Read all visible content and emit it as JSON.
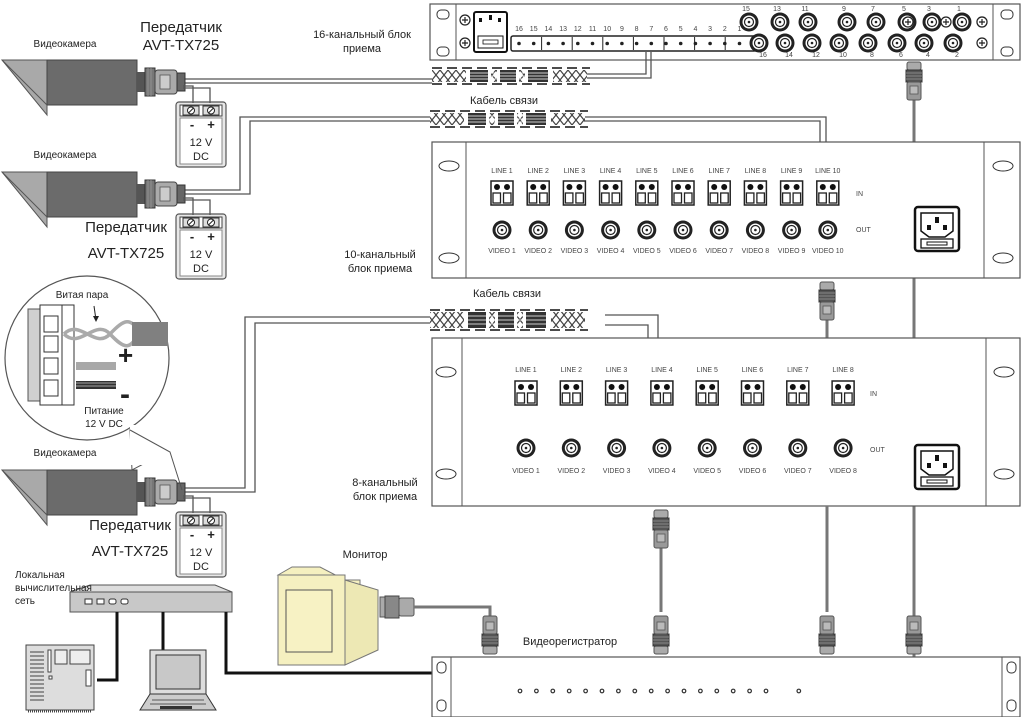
{
  "cameras": [
    {
      "label": "Видеокамера",
      "transmitter_title": "Передатчик",
      "transmitter_model": "AVT-TX725",
      "psu_minus": "-",
      "psu_plus": "+",
      "psu_voltage": "12 V",
      "psu_type": "DC"
    },
    {
      "label": "Видеокамера",
      "transmitter_title": "Передатчик",
      "transmitter_model": "AVT-TX725",
      "psu_minus": "-",
      "psu_plus": "+",
      "psu_voltage": "12 V",
      "psu_type": "DC"
    },
    {
      "label": "Видеокамера",
      "transmitter_title": "Передатчик",
      "transmitter_model": "AVT-TX725",
      "psu_minus": "-",
      "psu_plus": "+",
      "psu_voltage": "12 V",
      "psu_type": "DC"
    }
  ],
  "receiver16": {
    "label_line1": "16-канальный блок",
    "label_line2": "приема",
    "terminal_numbers": [
      "16",
      "15",
      "14",
      "13",
      "12",
      "11",
      "10",
      "9",
      "8",
      "7",
      "6",
      "5",
      "4",
      "3",
      "2",
      "1"
    ],
    "bnc_top_numbers": [
      "15",
      "13",
      "11",
      "9",
      "7",
      "5",
      "3",
      "1"
    ],
    "bnc_bottom_numbers": [
      "16",
      "14",
      "12",
      "10",
      "8",
      "6",
      "4",
      "2"
    ]
  },
  "receiver10": {
    "label_line1": "10-канальный",
    "label_line2": "блок приема",
    "lines": [
      "LINE 1",
      "LINE 2",
      "LINE 3",
      "LINE 4",
      "LINE 5",
      "LINE 6",
      "LINE 7",
      "LINE 8",
      "LINE 9",
      "LINE 10"
    ],
    "videos": [
      "VIDEO 1",
      "VIDEO 2",
      "VIDEO 3",
      "VIDEO 4",
      "VIDEO 5",
      "VIDEO 6",
      "VIDEO 7",
      "VIDEO 8",
      "VIDEO 9",
      "VIDEO 10"
    ],
    "in_label": "IN",
    "out_label": "OUT"
  },
  "receiver8": {
    "label_line1": "8-канальный",
    "label_line2": "блок приема",
    "lines": [
      "LINE 1",
      "LINE 2",
      "LINE 3",
      "LINE 4",
      "LINE 5",
      "LINE 6",
      "LINE 7",
      "LINE 8"
    ],
    "videos": [
      "VIDEO 1",
      "VIDEO 2",
      "VIDEO 3",
      "VIDEO 4",
      "VIDEO 5",
      "VIDEO 6",
      "VIDEO 7",
      "VIDEO 8"
    ],
    "in_label": "IN",
    "out_label": "OUT"
  },
  "cables": {
    "comm_cable_label": "Кабель связи"
  },
  "detail_callout": {
    "twisted_pair": "Витая пара",
    "plus": "+",
    "minus": "-",
    "power_line1": "Питание",
    "power_line2": "12 V DC"
  },
  "monitor": {
    "label": "Монитор"
  },
  "dvr": {
    "label": "Видеорегистратор",
    "led_count": 17
  },
  "lan": {
    "line1": "Локальная",
    "line2": "вычислительная",
    "line3": "сеть"
  },
  "colors": {
    "camera_body": "#6b6b6b",
    "camera_hood": "#a9a9a9",
    "monitor": "#f5f0c0",
    "psu": "#e8e8e8",
    "connector": "#9a9a9a"
  }
}
